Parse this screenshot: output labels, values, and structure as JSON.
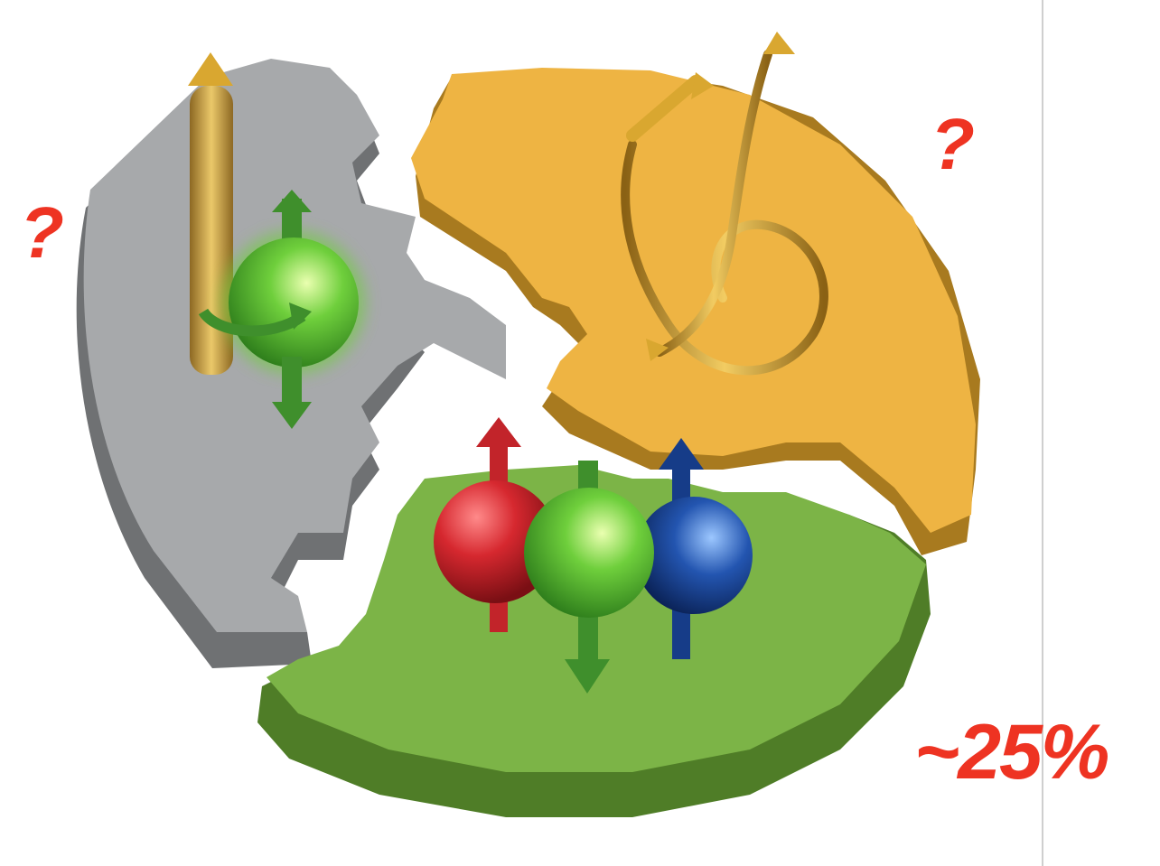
{
  "labels": {
    "gray_piece_question": "?",
    "orange_piece_question": "?",
    "green_piece_percent": "~25%"
  },
  "pieces": [
    {
      "name": "gray",
      "top": "#a7a9ab",
      "side": "#6f7173"
    },
    {
      "name": "orange",
      "top": "#eeb443",
      "side": "#a87a1f"
    },
    {
      "name": "green",
      "top": "#7cb447",
      "side": "#4f7d27"
    }
  ],
  "colors": {
    "label": "#ee3322",
    "quark_red": "#d6282f",
    "quark_green": "#4fb33a",
    "quark_blue": "#1f4a9a",
    "gluon_gold": "#d9a730",
    "divider": "#cfcfcf"
  }
}
